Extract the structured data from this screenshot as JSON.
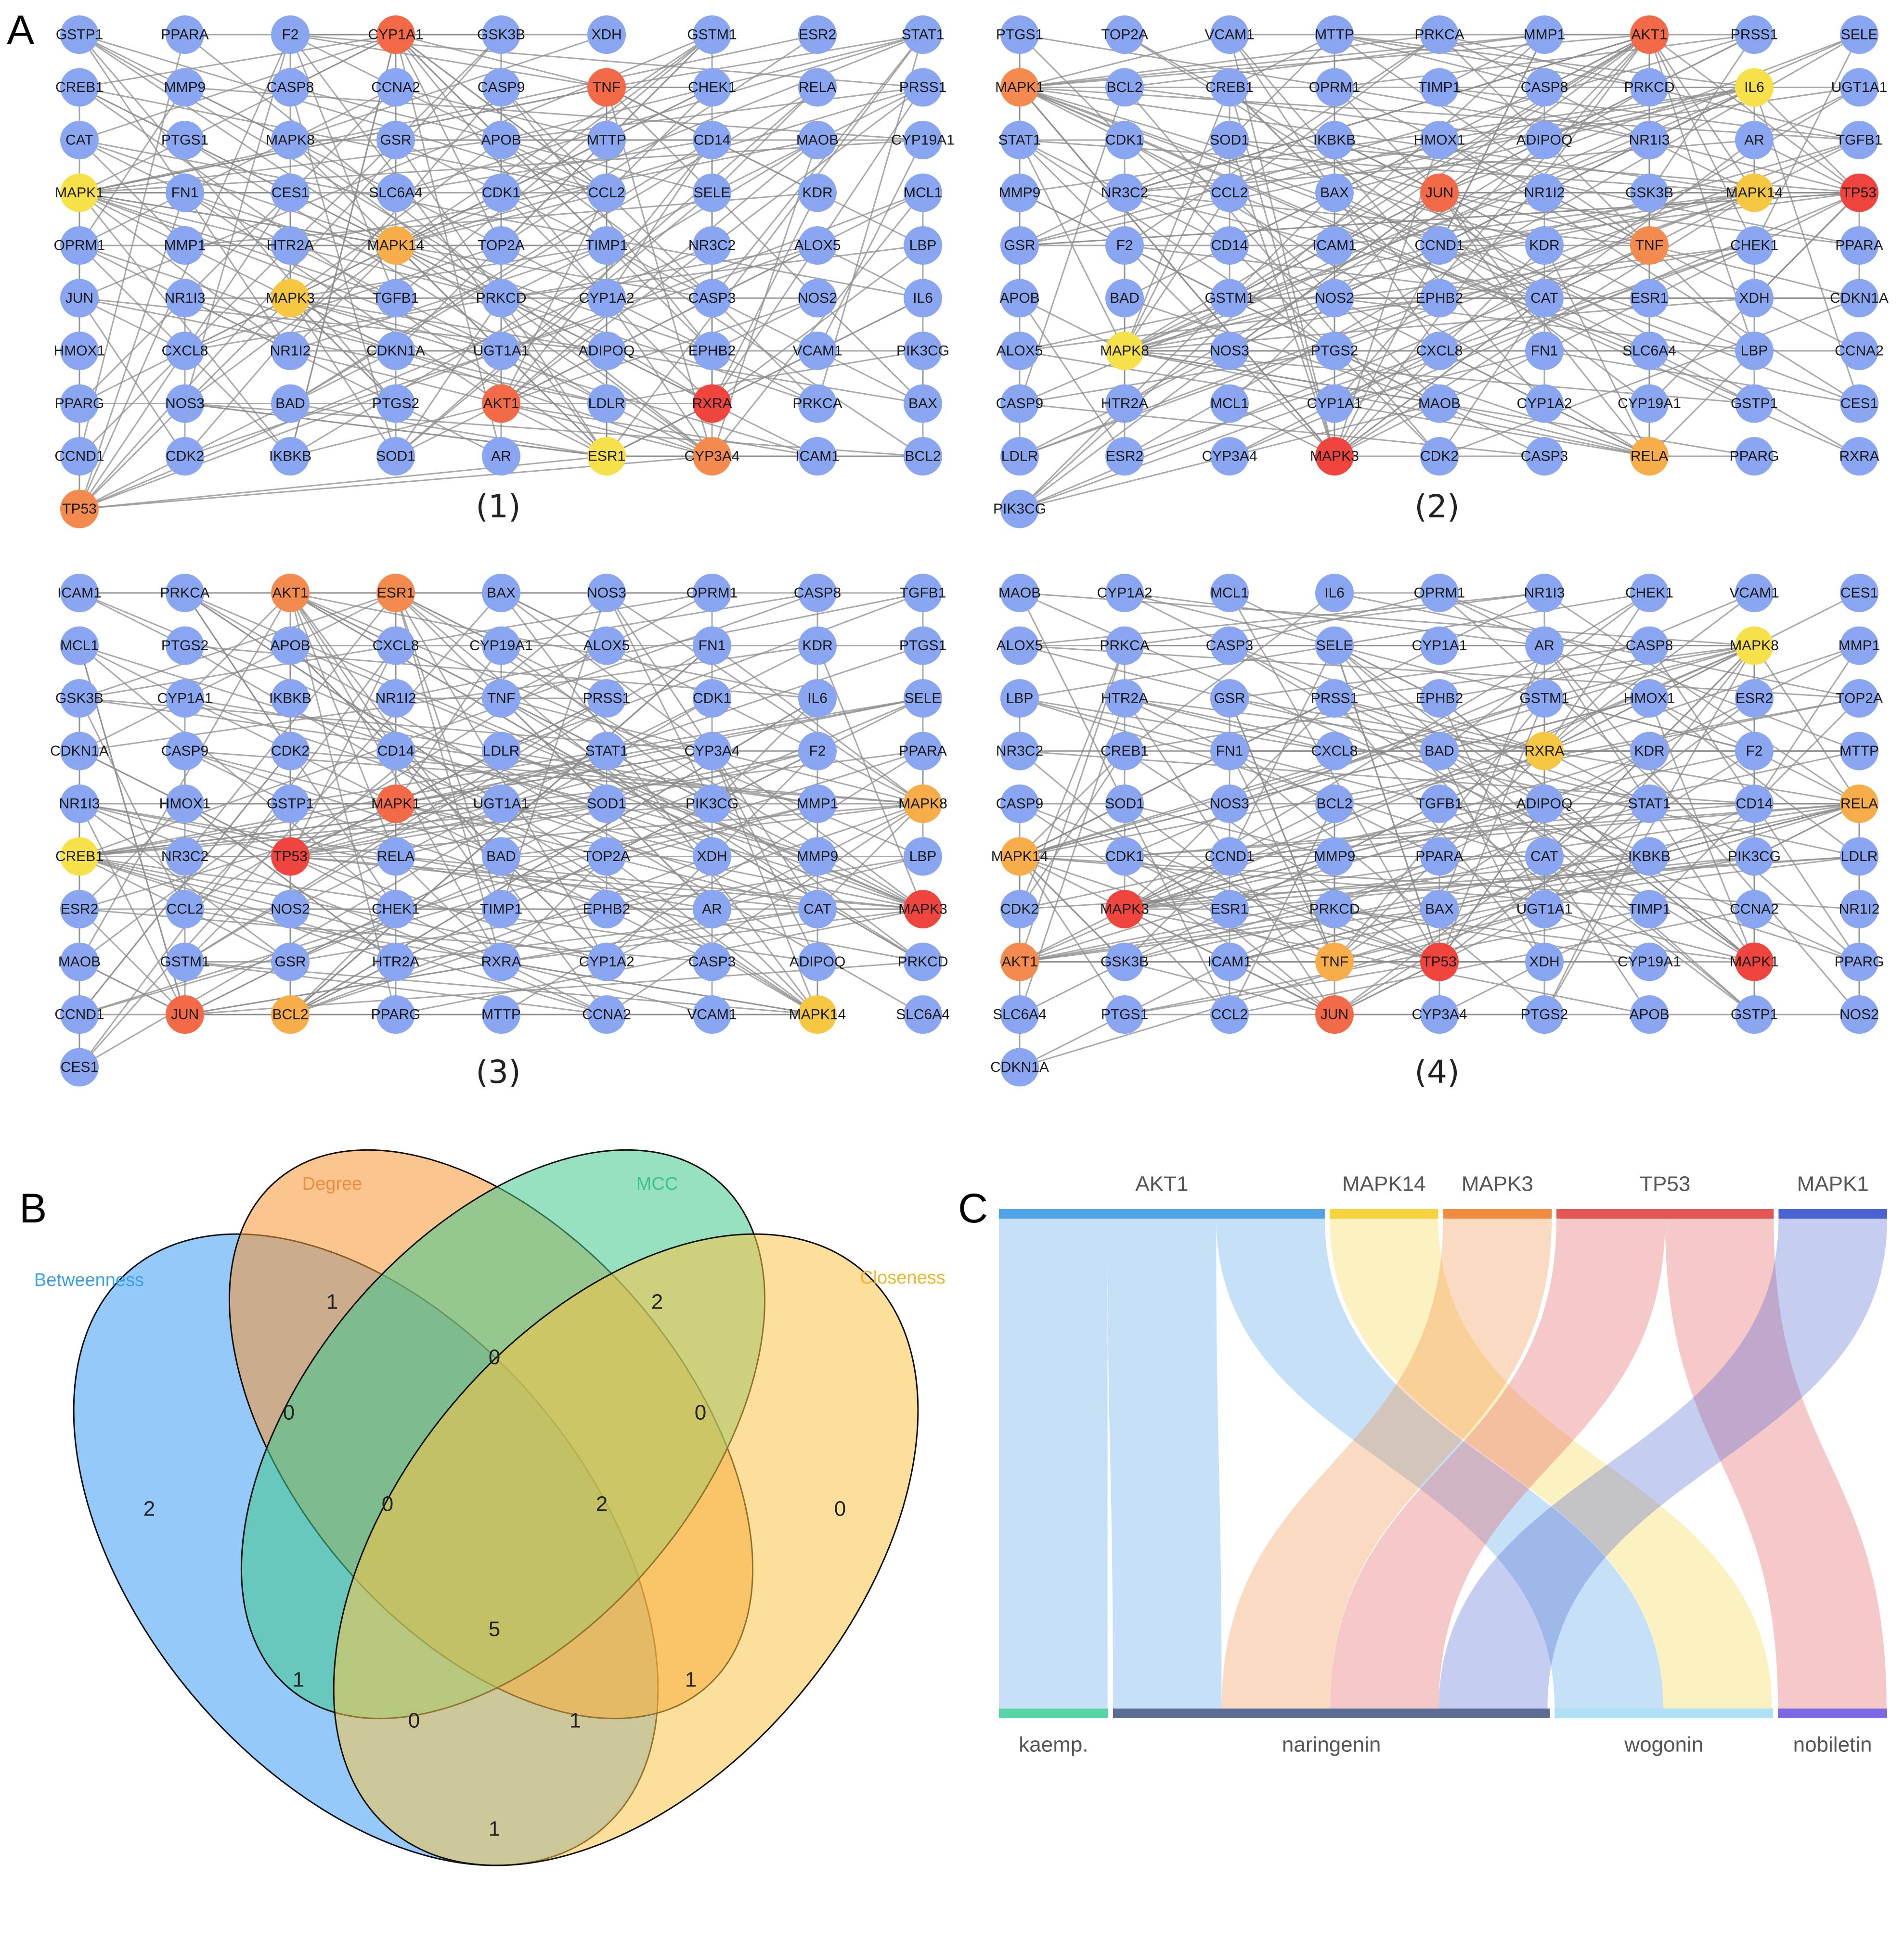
{
  "panel_a": {
    "letter": "A",
    "colors": {
      "default": "#8aa6f0",
      "red": "#f0453f",
      "redorange": "#f26a47",
      "orange": "#f38b4e",
      "lightorange": "#f6ad4a",
      "gold": "#f6c743",
      "yellow": "#f7e14a",
      "edge": "#8c8c8c"
    },
    "networks": [
      {
        "label": "(1)",
        "rows": [
          [
            "GSTP1",
            "PPARA",
            "F2",
            "CYP1A1",
            "GSK3B",
            "XDH",
            "GSTM1",
            "ESR2",
            "STAT1"
          ],
          [
            "CREB1",
            "MMP9",
            "CASP8",
            "CCNA2",
            "CASP9",
            "TNF",
            "CHEK1",
            "RELA",
            "PRSS1"
          ],
          [
            "CAT",
            "PTGS1",
            "MAPK8",
            "GSR",
            "APOB",
            "MTTP",
            "CD14",
            "MAOB",
            "CYP19A1"
          ],
          [
            "MAPK1",
            "FN1",
            "CES1",
            "SLC6A4",
            "CDK1",
            "CCL2",
            "SELE",
            "KDR",
            "MCL1"
          ],
          [
            "OPRM1",
            "MMP1",
            "HTR2A",
            "MAPK14",
            "TOP2A",
            "TIMP1",
            "NR3C2",
            "ALOX5",
            "LBP"
          ],
          [
            "JUN",
            "NR1I3",
            "MAPK3",
            "TGFB1",
            "PRKCD",
            "CYP1A2",
            "CASP3",
            "NOS2",
            "IL6"
          ],
          [
            "HMOX1",
            "CXCL8",
            "NR1I2",
            "CDKN1A",
            "UGT1A1",
            "ADIPOQ",
            "EPHB2",
            "VCAM1",
            "PIK3CG"
          ],
          [
            "PPARG",
            "NOS3",
            "BAD",
            "PTGS2",
            "AKT1",
            "LDLR",
            "RXRA",
            "PRKCA",
            "BAX"
          ],
          [
            "CCND1",
            "CDK2",
            "IKBKB",
            "SOD1",
            "AR",
            "ESR1",
            "CYP3A4",
            "ICAM1",
            "BCL2"
          ],
          [
            "TP53"
          ]
        ],
        "highlights": {
          "CYP1A1": "redorange",
          "TNF": "redorange",
          "MAPK1": "yellow",
          "MAPK14": "lightorange",
          "MAPK3": "gold",
          "AKT1": "redorange",
          "RXRA": "red",
          "ESR1": "yellow",
          "CYP3A4": "orange",
          "TP53": "orange"
        }
      },
      {
        "label": "(2)",
        "rows": [
          [
            "PTGS1",
            "TOP2A",
            "VCAM1",
            "MTTP",
            "PRKCA",
            "MMP1",
            "AKT1",
            "PRSS1",
            "SELE"
          ],
          [
            "MAPK1",
            "BCL2",
            "CREB1",
            "OPRM1",
            "TIMP1",
            "CASP8",
            "PRKCD",
            "IL6",
            "UGT1A1"
          ],
          [
            "STAT1",
            "CDK1",
            "SOD1",
            "IKBKB",
            "HMOX1",
            "ADIPOQ",
            "NR1I3",
            "AR",
            "TGFB1"
          ],
          [
            "MMP9",
            "NR3C2",
            "CCL2",
            "BAX",
            "JUN",
            "NR1I2",
            "GSK3B",
            "MAPK14",
            "TP53"
          ],
          [
            "GSR",
            "F2",
            "CD14",
            "ICAM1",
            "CCND1",
            "KDR",
            "TNF",
            "CHEK1",
            "PPARA"
          ],
          [
            "APOB",
            "BAD",
            "GSTM1",
            "NOS2",
            "EPHB2",
            "CAT",
            "ESR1",
            "XDH",
            "CDKN1A"
          ],
          [
            "ALOX5",
            "MAPK8",
            "NOS3",
            "PTGS2",
            "CXCL8",
            "FN1",
            "SLC6A4",
            "LBP",
            "CCNA2"
          ],
          [
            "CASP9",
            "HTR2A",
            "MCL1",
            "CYP1A1",
            "MAOB",
            "CYP1A2",
            "CYP19A1",
            "GSTP1",
            "CES1"
          ],
          [
            "LDLR",
            "ESR2",
            "CYP3A4",
            "MAPK3",
            "CDK2",
            "CASP3",
            "RELA",
            "PPARG",
            "RXRA"
          ],
          [
            "PIK3CG"
          ]
        ],
        "highlights": {
          "AKT1": "redorange",
          "MAPK1": "orange",
          "IL6": "yellow",
          "JUN": "redorange",
          "MAPK14": "gold",
          "TP53": "red",
          "TNF": "orange",
          "MAPK8": "yellow",
          "MAPK3": "red",
          "RELA": "lightorange"
        }
      },
      {
        "label": "(3)",
        "rows": [
          [
            "ICAM1",
            "PRKCA",
            "AKT1",
            "ESR1",
            "BAX",
            "NOS3",
            "OPRM1",
            "CASP8",
            "TGFB1"
          ],
          [
            "MCL1",
            "PTGS2",
            "APOB",
            "CXCL8",
            "CYP19A1",
            "ALOX5",
            "FN1",
            "KDR",
            "PTGS1"
          ],
          [
            "GSK3B",
            "CYP1A1",
            "IKBKB",
            "NR1I2",
            "TNF",
            "PRSS1",
            "CDK1",
            "IL6",
            "SELE"
          ],
          [
            "CDKN1A",
            "CASP9",
            "CDK2",
            "CD14",
            "LDLR",
            "STAT1",
            "CYP3A4",
            "F2",
            "PPARA"
          ],
          [
            "NR1I3",
            "HMOX1",
            "GSTP1",
            "MAPK1",
            "UGT1A1",
            "SOD1",
            "PIK3CG",
            "MMP1",
            "MAPK8"
          ],
          [
            "CREB1",
            "NR3C2",
            "TP53",
            "RELA",
            "BAD",
            "TOP2A",
            "XDH",
            "MMP9",
            "LBP"
          ],
          [
            "ESR2",
            "CCL2",
            "NOS2",
            "CHEK1",
            "TIMP1",
            "EPHB2",
            "AR",
            "CAT",
            "MAPK3"
          ],
          [
            "MAOB",
            "GSTM1",
            "GSR",
            "HTR2A",
            "RXRA",
            "CYP1A2",
            "CASP3",
            "ADIPOQ",
            "PRKCD"
          ],
          [
            "CCND1",
            "JUN",
            "BCL2",
            "PPARG",
            "MTTP",
            "CCNA2",
            "VCAM1",
            "MAPK14",
            "SLC6A4"
          ],
          [
            "CES1"
          ]
        ],
        "highlights": {
          "AKT1": "orange",
          "ESR1": "orange",
          "MAPK1": "redorange",
          "CREB1": "yellow",
          "TP53": "red",
          "MAPK8": "lightorange",
          "MAPK3": "red",
          "JUN": "redorange",
          "BCL2": "lightorange",
          "MAPK14": "gold"
        }
      },
      {
        "label": "(4)",
        "rows": [
          [
            "MAOB",
            "CYP1A2",
            "MCL1",
            "IL6",
            "OPRM1",
            "NR1I3",
            "CHEK1",
            "VCAM1",
            "CES1"
          ],
          [
            "ALOX5",
            "PRKCA",
            "CASP3",
            "SELE",
            "CYP1A1",
            "AR",
            "CASP8",
            "MAPK8",
            "MMP1"
          ],
          [
            "LBP",
            "HTR2A",
            "GSR",
            "PRSS1",
            "EPHB2",
            "GSTM1",
            "HMOX1",
            "ESR2",
            "TOP2A"
          ],
          [
            "NR3C2",
            "CREB1",
            "FN1",
            "CXCL8",
            "BAD",
            "RXRA",
            "KDR",
            "F2",
            "MTTP"
          ],
          [
            "CASP9",
            "SOD1",
            "NOS3",
            "BCL2",
            "TGFB1",
            "ADIPOQ",
            "STAT1",
            "CD14",
            "RELA"
          ],
          [
            "MAPK14",
            "CDK1",
            "CCND1",
            "MMP9",
            "PPARA",
            "CAT",
            "IKBKB",
            "PIK3CG",
            "LDLR"
          ],
          [
            "CDK2",
            "MAPK3",
            "ESR1",
            "PRKCD",
            "BAX",
            "UGT1A1",
            "TIMP1",
            "CCNA2",
            "NR1I2"
          ],
          [
            "AKT1",
            "GSK3B",
            "ICAM1",
            "TNF",
            "TP53",
            "XDH",
            "CYP19A1",
            "MAPK1",
            "PPARG"
          ],
          [
            "SLC6A4",
            "PTGS1",
            "CCL2",
            "JUN",
            "CYP3A4",
            "PTGS2",
            "APOB",
            "GSTP1",
            "NOS2"
          ],
          [
            "CDKN1A"
          ]
        ],
        "highlights": {
          "MAPK8": "yellow",
          "RXRA": "gold",
          "RELA": "lightorange",
          "MAPK14": "lightorange",
          "MAPK3": "red",
          "AKT1": "orange",
          "TNF": "lightorange",
          "TP53": "red",
          "MAPK1": "red",
          "JUN": "redorange"
        }
      }
    ]
  },
  "panel_b": {
    "letter": "B",
    "sets": [
      {
        "name": "Betweenness",
        "color": "#3a9ee8",
        "fill": "#3d9cf6"
      },
      {
        "name": "Degree",
        "color": "#f08a3c",
        "fill": "#f79535"
      },
      {
        "name": "MCC",
        "color": "#3cc28a",
        "fill": "#41c98c"
      },
      {
        "name": "Closeness",
        "color": "#f0b72e",
        "fill": "#f9c447"
      }
    ],
    "regions": [
      {
        "label": "Betweenness only",
        "value": "2"
      },
      {
        "label": "Degree only",
        "value": "1"
      },
      {
        "label": "MCC only",
        "value": "2"
      },
      {
        "label": "Closeness only",
        "value": "0"
      },
      {
        "label": "Betweenness & Degree",
        "value": "0"
      },
      {
        "label": "Degree & MCC",
        "value": "0"
      },
      {
        "label": "MCC & Closeness",
        "value": "0"
      },
      {
        "label": "Betweenness & Degree & MCC",
        "value": "0"
      },
      {
        "label": "Degree & MCC & Closeness",
        "value": "2"
      },
      {
        "label": "All four",
        "value": "5"
      },
      {
        "label": "Betweenness & MCC",
        "value": "1"
      },
      {
        "label": "Degree & Closeness",
        "value": "1"
      },
      {
        "label": "Betweenness & MCC & Closeness",
        "value": "0"
      },
      {
        "label": "Betweenness & Degree & Closeness",
        "value": "1"
      },
      {
        "label": "Betweenness & Closeness",
        "value": "1"
      }
    ]
  },
  "panel_c": {
    "letter": "C",
    "targets": [
      {
        "name": "AKT1",
        "color": "#4fa3e6"
      },
      {
        "name": "MAPK14",
        "color": "#f6d23e"
      },
      {
        "name": "MAPK3",
        "color": "#f08c3f"
      },
      {
        "name": "TP53",
        "color": "#e25656"
      },
      {
        "name": "MAPK1",
        "color": "#4a63d1"
      }
    ],
    "compounds": [
      {
        "name": "kaemp.",
        "color": "#5ad3a6"
      },
      {
        "name": "naringenin",
        "color": "#5a6e94"
      },
      {
        "name": "wogonin",
        "color": "#aee0f6"
      },
      {
        "name": "nobiletin",
        "color": "#7a68e0"
      }
    ],
    "links": [
      {
        "source": "AKT1",
        "target": "kaemp.",
        "value": 1
      },
      {
        "source": "AKT1",
        "target": "naringenin",
        "value": 1
      },
      {
        "source": "AKT1",
        "target": "wogonin",
        "value": 1
      },
      {
        "source": "MAPK14",
        "target": "wogonin",
        "value": 1
      },
      {
        "source": "MAPK3",
        "target": "naringenin",
        "value": 1
      },
      {
        "source": "TP53",
        "target": "naringenin",
        "value": 1
      },
      {
        "source": "TP53",
        "target": "nobiletin",
        "value": 1
      },
      {
        "source": "MAPK1",
        "target": "naringenin",
        "value": 1
      }
    ]
  }
}
